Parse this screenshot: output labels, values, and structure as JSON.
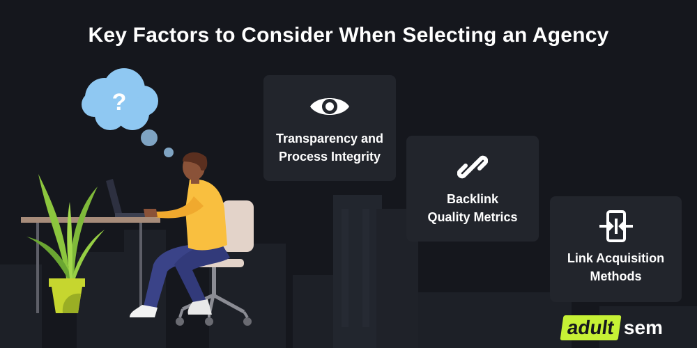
{
  "header": {
    "title": "Key Factors to Consider When Selecting an Agency"
  },
  "thought_bubble": {
    "symbol": "?"
  },
  "factors": [
    {
      "icon": "eye-icon",
      "label_line1": "Transparency and",
      "label_line2": "Process Integrity"
    },
    {
      "icon": "link-icon",
      "label_line1": "Backlink",
      "label_line2": "Quality Metrics"
    },
    {
      "icon": "acquisition-icon",
      "label_line1": "Link Acquisition",
      "label_line2": "Methods"
    }
  ],
  "brand": {
    "part1": "adult",
    "part2": "sem",
    "accent_color": "#c6f135"
  },
  "colors": {
    "background": "#15171d",
    "card": "#22252c",
    "bubble": "#8fc8f2",
    "shirt": "#f9bf3f",
    "pants": "#3a4388"
  }
}
